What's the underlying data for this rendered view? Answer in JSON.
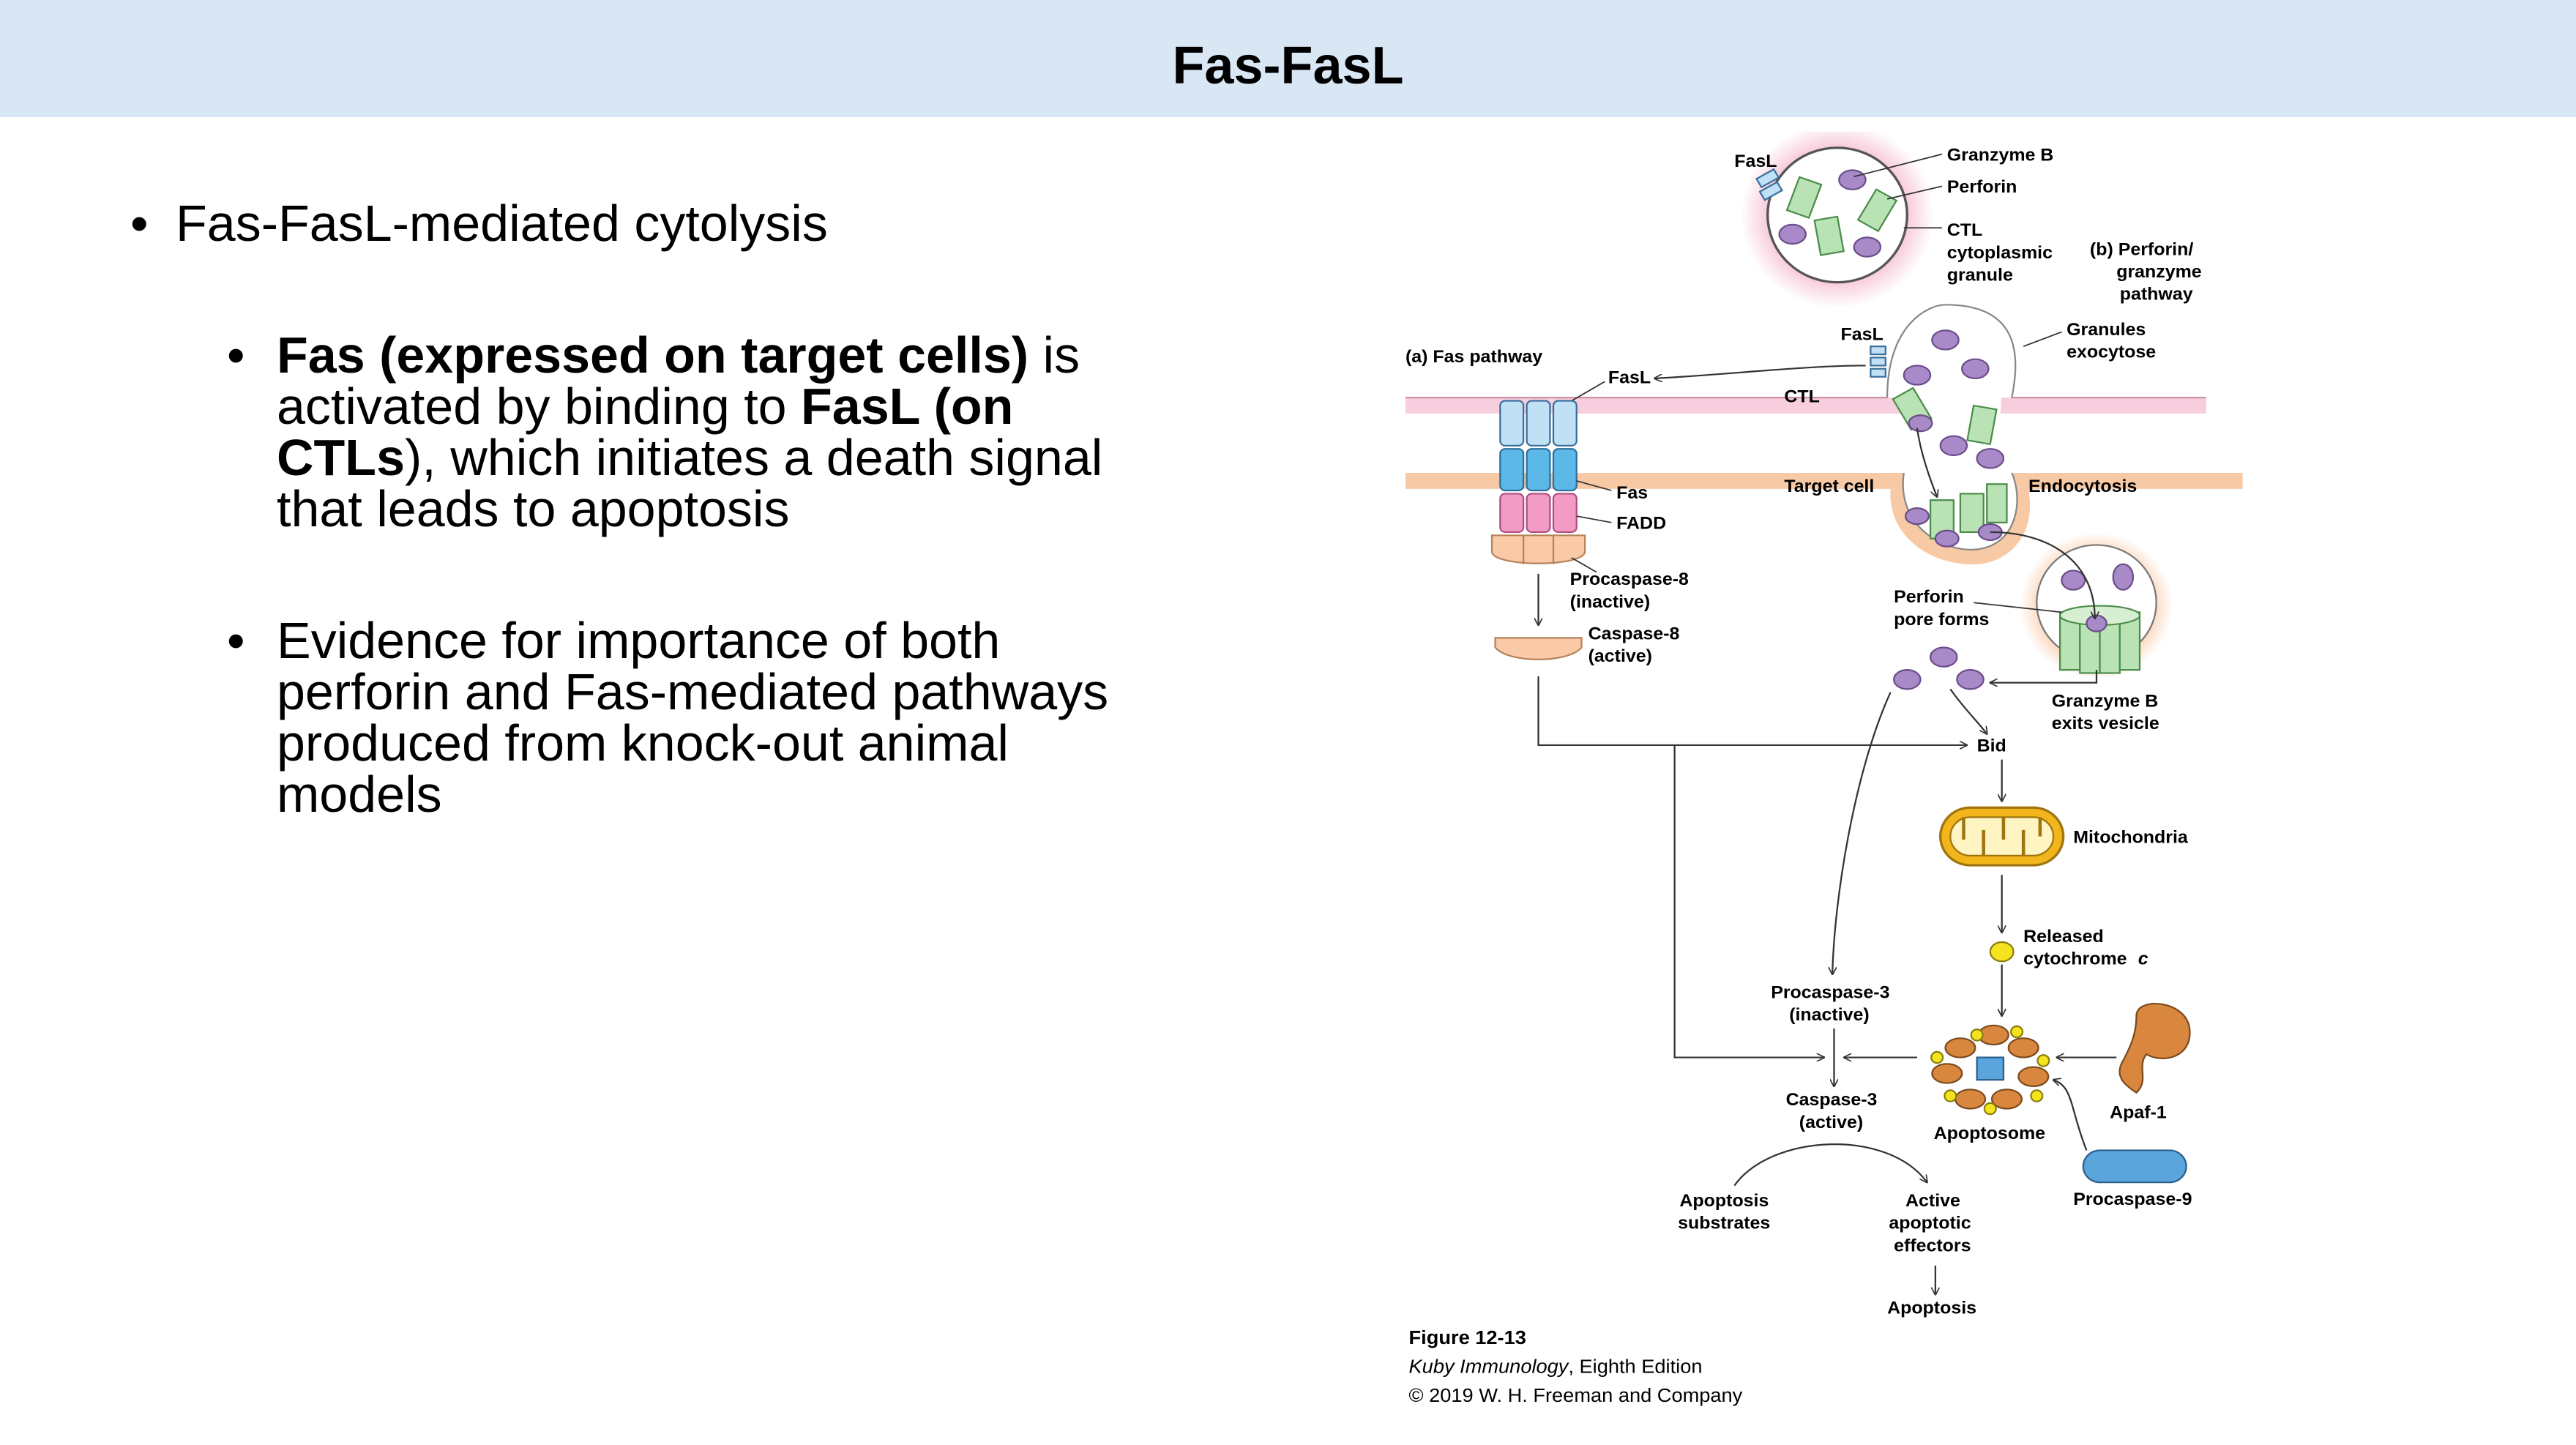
{
  "slide": {
    "title": "Fas-FasL"
  },
  "bullets": {
    "main": "Fas-FasL-mediated cytolysis",
    "sub1": {
      "bold1": "Fas (expressed on target cells)",
      "text1": " is activated by binding to ",
      "bold2": "FasL (on CTLs",
      "text2": "), which initiates a death signal that leads to apoptosis"
    },
    "sub2": "Evidence for importance of both perforin and Fas-mediated pathways produced from knock-out animal models"
  },
  "figure": {
    "labels": {
      "fasl_top": "FasL",
      "granzyme_b": "Granzyme B",
      "perforin": "Perforin",
      "ctl_granule_1": "CTL",
      "ctl_granule_2": "cytoplasmic",
      "ctl_granule_3": "granule",
      "pathway_b_1": "(b) Perforin/",
      "pathway_b_2": "granzyme",
      "pathway_b_3": "pathway",
      "fasl_mid": "FasL",
      "granules_1": "Granules",
      "granules_2": "exocytose",
      "pathway_a": "(a) Fas pathway",
      "fasl_left": "FasL",
      "ctl": "CTL",
      "target_cell": "Target cell",
      "endocytosis": "Endocytosis",
      "fas": "Fas",
      "fadd": "FADD",
      "procasp8_1": "Procaspase-8",
      "procasp8_2": "(inactive)",
      "casp8_1": "Caspase-8",
      "casp8_2": "(active)",
      "perforin_pore_1": "Perforin",
      "perforin_pore_2": "pore forms",
      "gzb_exits_1": "Granzyme B",
      "gzb_exits_2": "exits vesicle",
      "bid": "Bid",
      "mitochondria": "Mitochondria",
      "cytc_1": "Released",
      "cytc_2": "cytochrome",
      "cytc_3": "c",
      "procasp3_1": "Procaspase-3",
      "procasp3_2": "(inactive)",
      "casp3_1": "Caspase-3",
      "casp3_2": "(active)",
      "apoptosome": "Apoptosome",
      "apaf1": "Apaf-1",
      "procasp9": "Procaspase-9",
      "apop_sub_1": "Apoptosis",
      "apop_sub_2": "substrates",
      "active_eff_1": "Active",
      "active_eff_2": "apoptotic",
      "active_eff_3": "effectors",
      "apoptosis": "Apoptosis"
    },
    "caption": {
      "number": "Figure 12-13",
      "book": "Kuby Immunology",
      "edition": ", Eighth Edition",
      "copyright": "© 2019 W. H. Freeman and Company"
    }
  }
}
